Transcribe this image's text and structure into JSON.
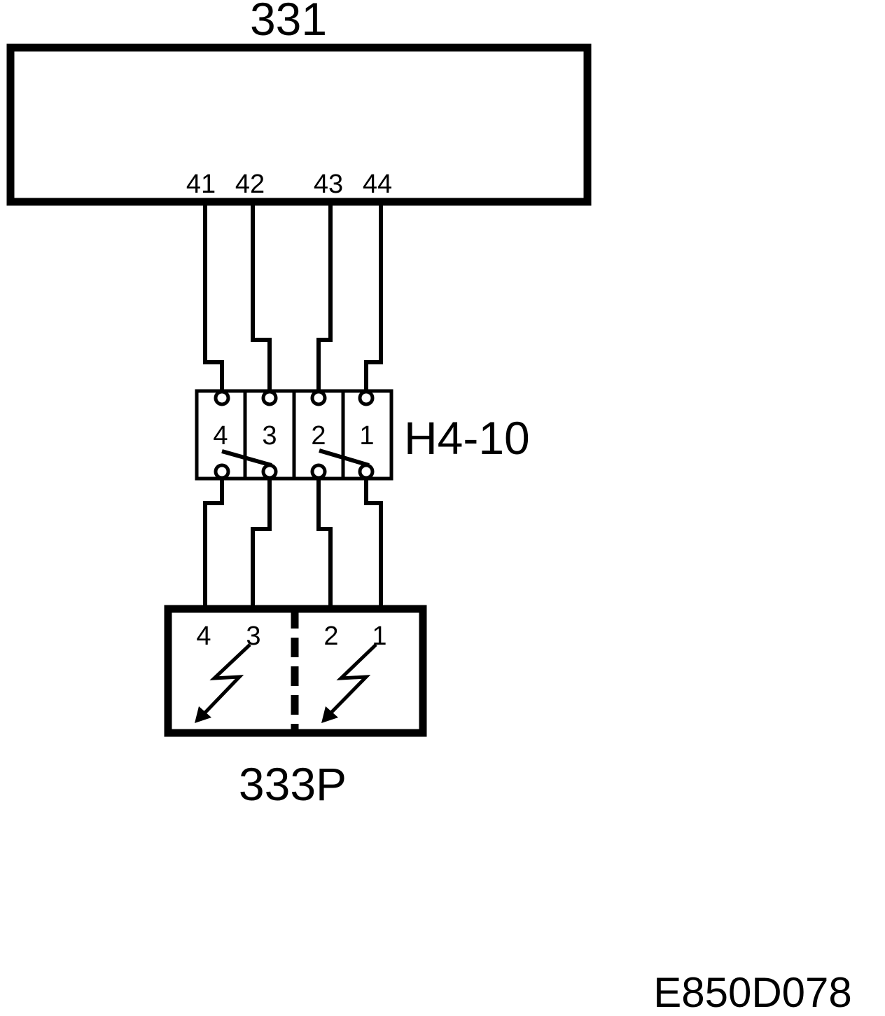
{
  "control_module": {
    "label": "331",
    "pins": [
      "41",
      "42",
      "43",
      "44"
    ]
  },
  "connector": {
    "label": "H4-10",
    "cavities": [
      "4",
      "3",
      "2",
      "1"
    ]
  },
  "sensor": {
    "label": "333P",
    "pins": [
      "4",
      "3",
      "2",
      "1"
    ]
  },
  "figure_code": "E850D078"
}
